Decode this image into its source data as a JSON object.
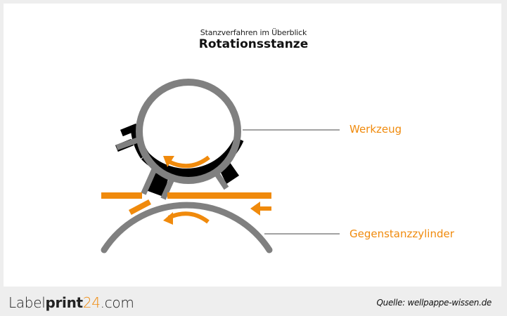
{
  "header": {
    "subtitle": "Stanzverfahren im Überblick",
    "title": "Rotationsstanze"
  },
  "labels": {
    "tool": "Werkzeug",
    "counter_cylinder": "Gegenstanzzylinder"
  },
  "footer": {
    "logo_part1": "Label",
    "logo_part2": "print",
    "logo_part3": "24",
    "logo_part4": ".com",
    "source": "Quelle: wellpappe-wissen.de"
  },
  "colors": {
    "accent": "#f08a0c",
    "cylinder": "#808080",
    "tool": "#000000",
    "background": "#eeeeee",
    "panel": "#ffffff"
  }
}
